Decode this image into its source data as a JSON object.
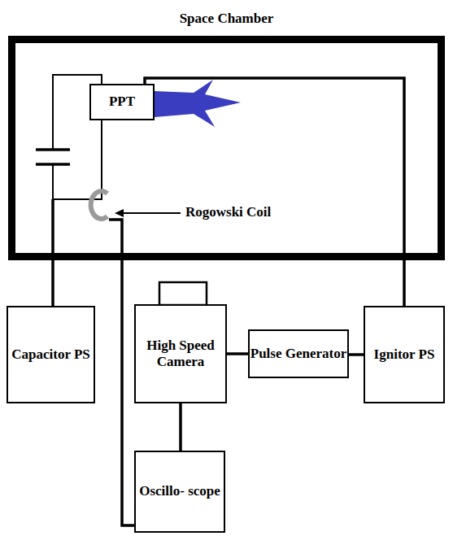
{
  "diagram": {
    "nodes": [
      {
        "text": [
          "Space Chamber"
        ]
      },
      {
        "text": [
          "PPT"
        ],
        "in": 0
      },
      {
        "text": [
          "Capacitor PS"
        ]
      },
      {
        "text": [
          "High Speed Camera"
        ]
      },
      {
        "text": [
          "Pulse Generator"
        ]
      },
      {
        "text": [
          "Ignitor PS"
        ]
      },
      {
        "text": [
          "Oscillo- scope"
        ]
      }
    ],
    "edges": [
      {
        "from": 3,
        "to": 4,
        "arrow": "none"
      },
      {
        "from": 4,
        "to": 5,
        "arrow": "none"
      },
      {
        "from": 3,
        "to": 6,
        "arrow": "none"
      },
      {
        "from": 5,
        "to": 1,
        "arrow": "none"
      }
    ],
    "labels": [
      "Rogowski Coil"
    ]
  }
}
